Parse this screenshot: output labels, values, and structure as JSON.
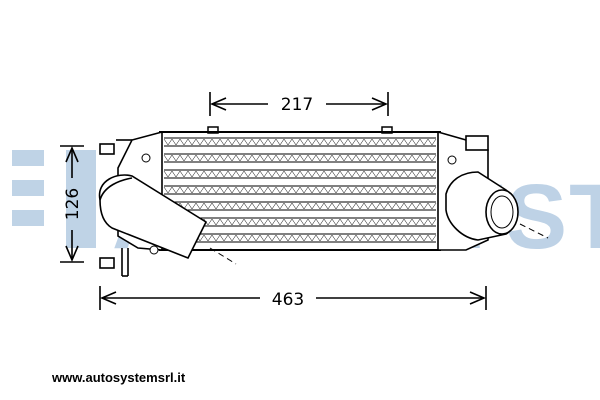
{
  "dimensions": {
    "top_width": "217",
    "height": "126",
    "overall_length": "463"
  },
  "watermark": {
    "text": "AUTOSYSTEM",
    "color": "#a9c4de"
  },
  "footer": {
    "website": "www.autosystemsrl.it"
  },
  "colors": {
    "line": "#000000",
    "background": "#ffffff"
  }
}
